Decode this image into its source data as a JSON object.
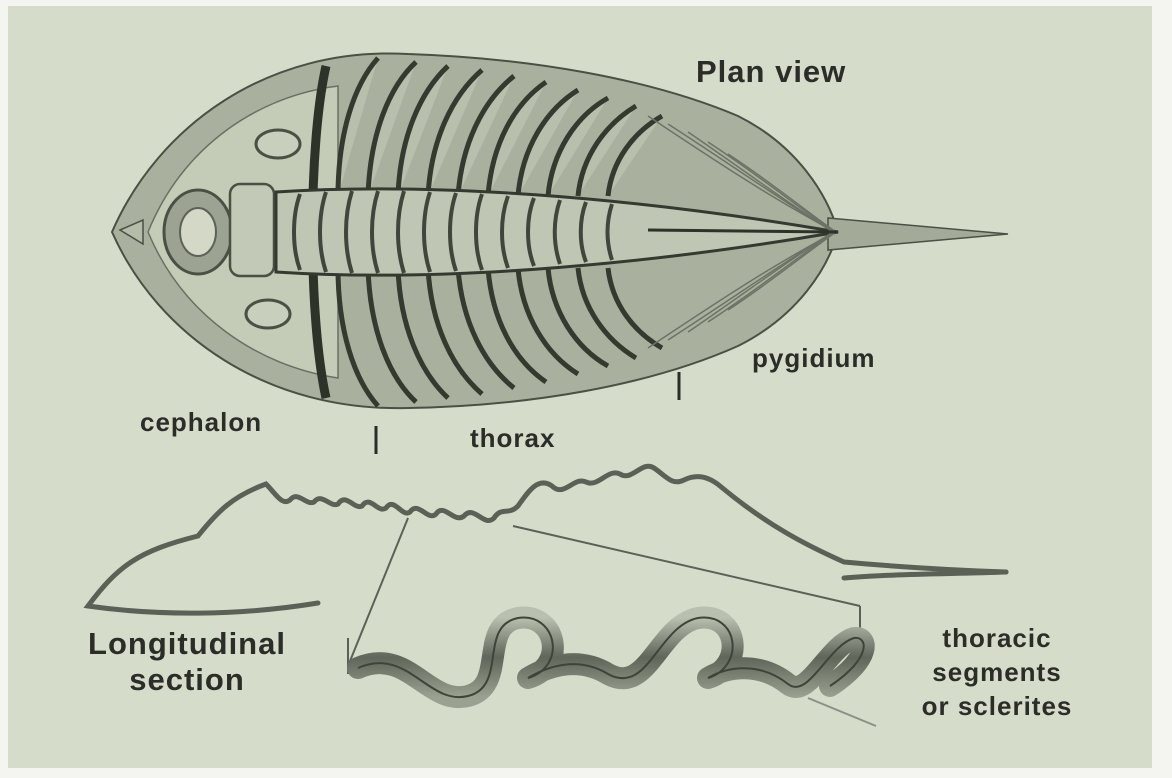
{
  "colors": {
    "background": "#d6dcca",
    "shell": "#9fa795",
    "shell_light": "#cbd3bf",
    "dark": "#3c4238",
    "ink": "#2b2d28"
  },
  "labels": {
    "plan_view": "Plan view",
    "cephalon": "cephalon",
    "thorax": "thorax",
    "pygidium": "pygidium",
    "longitudinal_section": [
      "Longitudinal",
      "section"
    ],
    "thoracic_segments": [
      "thoracic",
      "segments",
      "or sclerites"
    ]
  }
}
